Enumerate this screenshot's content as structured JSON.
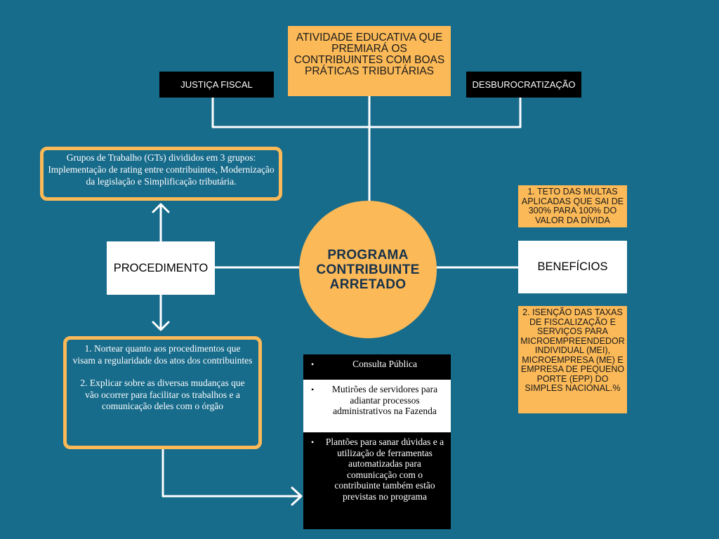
{
  "center": {
    "title": "PROGRAMA CONTRIBUINTE ARRETADO"
  },
  "top": {
    "title": "ATIVIDADE EDUCATIVA QUE PREMIARÁ OS CONTRIBUINTES COM BOAS PRÁTICAS TRIBUTÁRIAS"
  },
  "tags": {
    "left": "JUSTIÇA FISCAL",
    "right": "DESBUROCRATIZAÇÃO"
  },
  "procedimento": {
    "label": "PROCEDIMENTO",
    "groups": "Grupos de Trabalho (GTs) divididos em 3 grupos: Implementação de rating entre contribuintes, Modernização da legislação e Simplificação tributária.",
    "items": [
      "1. Nortear quanto aos procedimentos que visam a regularidade dos atos dos contribuintes",
      "2. Explicar sobre as diversas mudanças que vão ocorrer para facilitar os trabalhos e a comunicação deles com o órgão"
    ]
  },
  "beneficios": {
    "label": "BENEFÍCIOS",
    "item1": "1. TETO DAS MULTAS APLICADAS QUE SAI DE 300% PARA 100% DO VALOR DA DÍVIDA",
    "item2": "2. ISENÇÃO DAS TAXAS DE FISCALIZAÇÃO E SERVIÇOS PARA MICROEMPREENDEDOR INDIVIDUAL (MEI), MICROEMPRESA (ME) E EMPRESA DE PEQUENO PORTE (EPP) DO SIMPLES NACIONAL.%"
  },
  "list": {
    "bullet": "•",
    "items": [
      "Consulta Pública",
      "Mutirões de servidores para adiantar processos administrativos na Fazenda",
      "Plantões para sanar dúvidas e a utilização de ferramentas automatizadas para comunicação com o contribuinte também estão previstas no programa"
    ]
  },
  "colors": {
    "background": "#176b8b",
    "accent": "#fbb958",
    "line": "#ffffff"
  }
}
